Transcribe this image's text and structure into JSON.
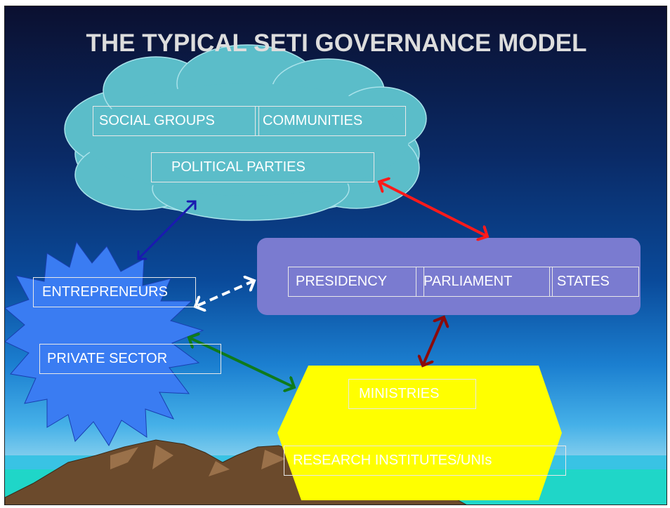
{
  "title": "THE TYPICAL SETI GOVERNANCE MODEL",
  "labels": {
    "social_groups": "SOCIAL GROUPS",
    "communities": "COMMUNITIES",
    "political_parties": "POLITICAL PARTIES",
    "presidency": "PRESIDENCY",
    "parliament": "PARLIAMENT",
    "states": "STATES",
    "entrepreneurs": "ENTREPRENEURS",
    "private_sector": "PRIVATE SECTOR",
    "ministries": "MINISTRIES",
    "research": "RESEARCH INSTITUTES/UNIs"
  },
  "colors": {
    "cloud": "#5bbdc9",
    "government": "#7a7bd0",
    "private_star": "#3a7cf2",
    "ministries": "#ffff00",
    "arrow_red": "#ff1a1a",
    "arrow_blue": "#1a1ab0",
    "arrow_white": "#ffffff",
    "arrow_green": "#0e7a1c",
    "arrow_darkred": "#8b0a0a"
  }
}
